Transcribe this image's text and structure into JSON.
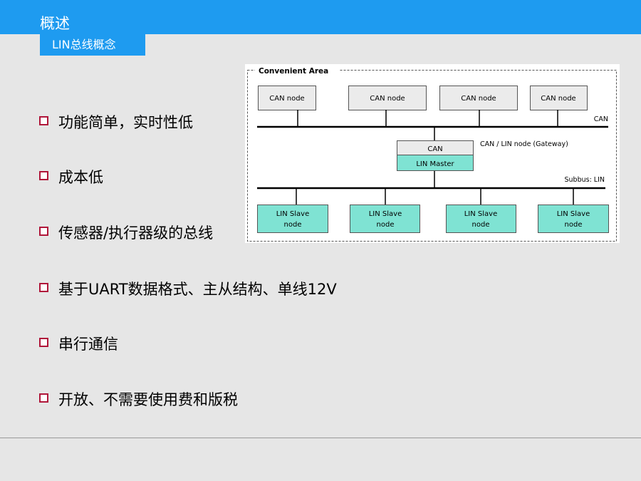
{
  "header": {
    "title": "概述",
    "subtitle": "LIN总线概念"
  },
  "bullets": [
    "功能简单，实时性低",
    "成本低",
    "传感器/执行器级的总线",
    "基于UART数据格式、主从结构、单线12V",
    "串行通信",
    "开放、不需要使用费和版税"
  ],
  "diagram": {
    "area_label": "Convenient Area",
    "can_nodes": [
      "CAN node",
      "CAN node",
      "CAN node",
      "CAN node"
    ],
    "can_bus_label": "CAN",
    "gateway_top": "CAN",
    "gateway_bottom": "LIN Master",
    "gateway_label": "CAN / LIN node (Gateway)",
    "subbus_label": "Subbus: LIN",
    "lin_nodes": [
      {
        "line1": "LIN Slave",
        "line2": "node"
      },
      {
        "line1": "LIN Slave",
        "line2": "node"
      },
      {
        "line1": "LIN Slave",
        "line2": "node"
      },
      {
        "line1": "LIN Slave",
        "line2": "node"
      }
    ],
    "colors": {
      "lin_fill": "#7fe3d3",
      "can_fill": "#ebebeb"
    }
  }
}
